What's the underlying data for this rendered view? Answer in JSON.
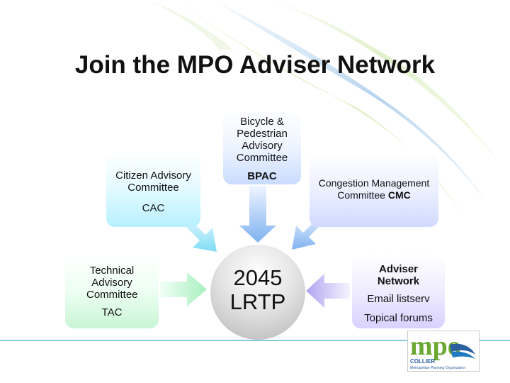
{
  "title": "Join the MPO Adviser Network",
  "center": {
    "line1": "2045",
    "line2": "LRTP"
  },
  "cac": {
    "label": "Citizen Advisory Committee",
    "abbr": "CAC"
  },
  "bpac": {
    "label": "Bicycle & Pedestrian Advisory Committee",
    "abbr": "BPAC"
  },
  "cmc": {
    "label": "Congestion Management Committee",
    "abbr": "CMC"
  },
  "tac": {
    "label": "Technical Advisory Committee",
    "abbr": "TAC"
  },
  "adviser": {
    "title": "Adviser Network",
    "item1": "Email listserv",
    "item2": "Topical forums"
  },
  "logo": {
    "text": "mpo",
    "sub1": "COLLIER",
    "sub2": "Metropolitan Planning Organization"
  },
  "colors": {
    "green_swoosh": "#8cc63f",
    "blue_swoosh": "#3a82c4",
    "cyan_arrow": "#7fdcf5",
    "blue_arrow": "#7fb2f0",
    "purple_arrow": "#b0a6f0",
    "green_arrow": "#a8efc0"
  }
}
